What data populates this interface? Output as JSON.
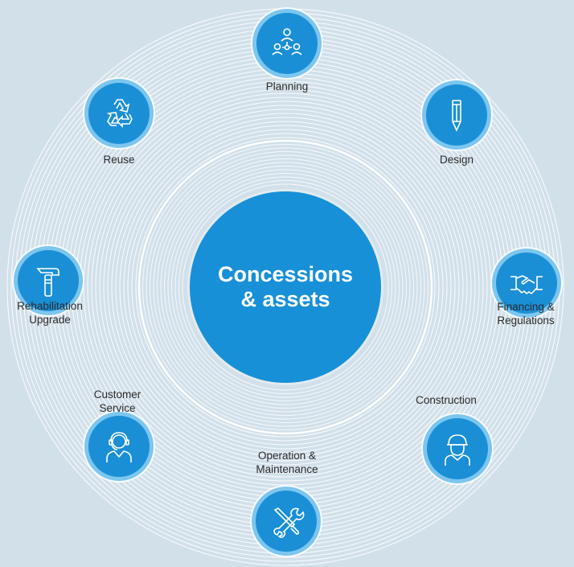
{
  "center": {
    "line1": "Concessions",
    "line2": "& assets"
  },
  "stages": [
    {
      "line1": "Planning",
      "line2": "",
      "icon": "team-icon"
    },
    {
      "line1": "Design",
      "line2": "",
      "icon": "pencil-icon"
    },
    {
      "line1": "Financing &",
      "line2": "Regulations",
      "icon": "handshake-icon"
    },
    {
      "line1": "Construction",
      "line2": "",
      "icon": "worker-helmet-icon"
    },
    {
      "line1": "Operation &",
      "line2": "Maintenance",
      "icon": "tools-icon"
    },
    {
      "line1": "Customer",
      "line2": "Service",
      "icon": "headset-agent-icon"
    },
    {
      "line1": "Rehabilitation",
      "line2": "Upgrade",
      "icon": "hammer-icon"
    },
    {
      "line1": "Reuse",
      "line2": "",
      "icon": "recycle-icon"
    }
  ],
  "colors": {
    "background": "#d2e0ea",
    "primary": "#1790d8",
    "ring": "#ffffff"
  }
}
